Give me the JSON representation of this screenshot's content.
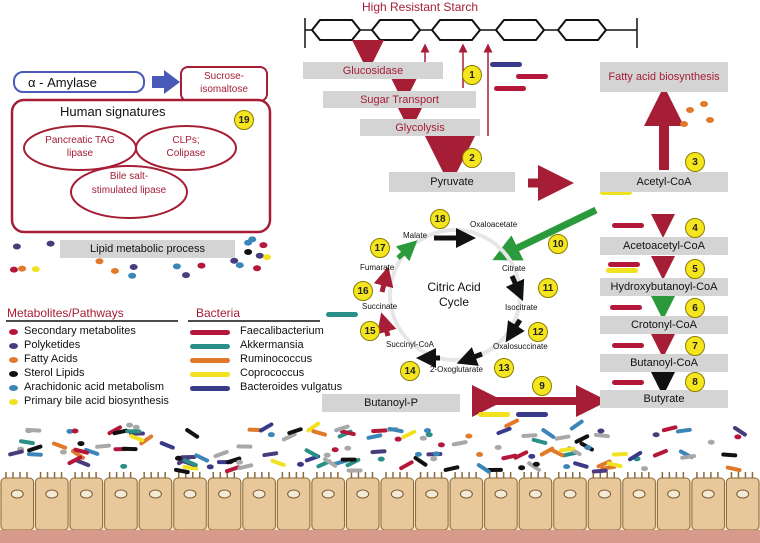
{
  "starch_title": "High Resistant Starch",
  "pathway_boxes": {
    "glucosidase": "Glucosidase",
    "sugar_transport": "Sugar Transport",
    "glycolysis": "Glycolysis",
    "pyruvate": "Pyruvate",
    "fatty_acid_biosynthesis": "Fatty acid biosynthesis",
    "acetyl_coa": "Acetyl-CoA",
    "acetoacetyl_coa": "Acetoacetyl-CoA",
    "hydroxybutanoyl_coa": "Hydroxybutanoyl-CoA",
    "crotonyl_coa": "Crotonyl-CoA",
    "butanoyl_coa": "Butanoyl-CoA",
    "butyrate": "Butyrate",
    "butanoyl_p": "Butanoyl-P",
    "lipid_metabolic_process": "Lipid metabolic process"
  },
  "amylase": "α - Amylase",
  "sucrose_isomaltose": "Sucrose-isomaltose",
  "human_signatures": {
    "title": "Human signatures",
    "pancreatic_tag": "Pancreatic TAG lipase",
    "clps": "CLPs; Colipase",
    "bile_salt": "Bile salt-stimulated lipase"
  },
  "citric_acid_cycle": {
    "center": "Citric Acid Cycle",
    "oxaloacetate": "Oxaloacetate",
    "citrate": "Citrate",
    "isocitrate": "Isocitrate",
    "oxalosuccinate": "Oxalosuccinate",
    "oxoglutarate": "2-Oxoglutarate",
    "succinyl_coa": "Succinyl-CoA",
    "succinate": "Succinate",
    "fumarate": "Fumarate",
    "malate": "Malate"
  },
  "step_numbers": [
    "1",
    "2",
    "3",
    "4",
    "5",
    "6",
    "7",
    "8",
    "9",
    "10",
    "11",
    "12",
    "13",
    "14",
    "15",
    "16",
    "17",
    "18",
    "19"
  ],
  "metabolites_legend": {
    "title": "Metabolites/Pathways",
    "items": [
      {
        "label": "Secondary metabolites",
        "color": "#b5173a"
      },
      {
        "label": "Polyketides",
        "color": "#4a3c7c"
      },
      {
        "label": "Fatty Acids",
        "color": "#e07a2a"
      },
      {
        "label": "Sterol Lipids",
        "color": "#111111"
      },
      {
        "label": "Arachidonic acid metabolism",
        "color": "#3b86b8"
      },
      {
        "label": "Primary bile acid biosynthesis",
        "color": "#f0e220"
      }
    ]
  },
  "bacteria_legend": {
    "title": "Bacteria",
    "items": [
      {
        "label": "Faecalibacterium",
        "color": "#b5173a"
      },
      {
        "label": "Akkermansia",
        "color": "#2a8f86"
      },
      {
        "label": "Ruminococcus",
        "color": "#e07a2a"
      },
      {
        "label": "Coprococcus",
        "color": "#f0e220"
      },
      {
        "label": "Bacteroides vulgatus",
        "color": "#3a3a8a"
      }
    ]
  },
  "colors": {
    "pathway_red": "#a51e36",
    "arrow_green": "#2a9a3a",
    "box_gray": "#d4d4d4",
    "amylase_blue": "#4a5ab8",
    "badge_yellow": "#f4e51e",
    "cell_tan": "#e8c89a"
  }
}
